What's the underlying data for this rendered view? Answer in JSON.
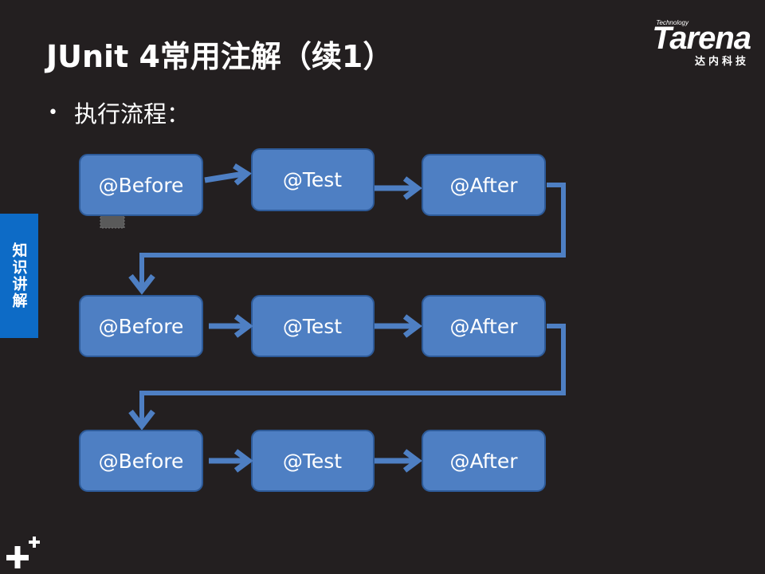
{
  "slide": {
    "title": "JUnit 4常用注解（续1）",
    "bullet": "执行流程："
  },
  "logo": {
    "small_text": "Technology",
    "word": "Tarena",
    "subtitle": "达内科技"
  },
  "side_tab": {
    "label": "知识讲解"
  },
  "diagram": {
    "rows": [
      [
        "@Before",
        "@Test",
        "@After"
      ],
      [
        "@Before",
        "@Test",
        "@After"
      ],
      [
        "@Before",
        "@Test",
        "@After"
      ]
    ],
    "colors": {
      "node_fill": "#4e7fc3",
      "node_border": "#2d5a98",
      "background": "#231f20",
      "side_tab": "#0d6bc6"
    }
  }
}
